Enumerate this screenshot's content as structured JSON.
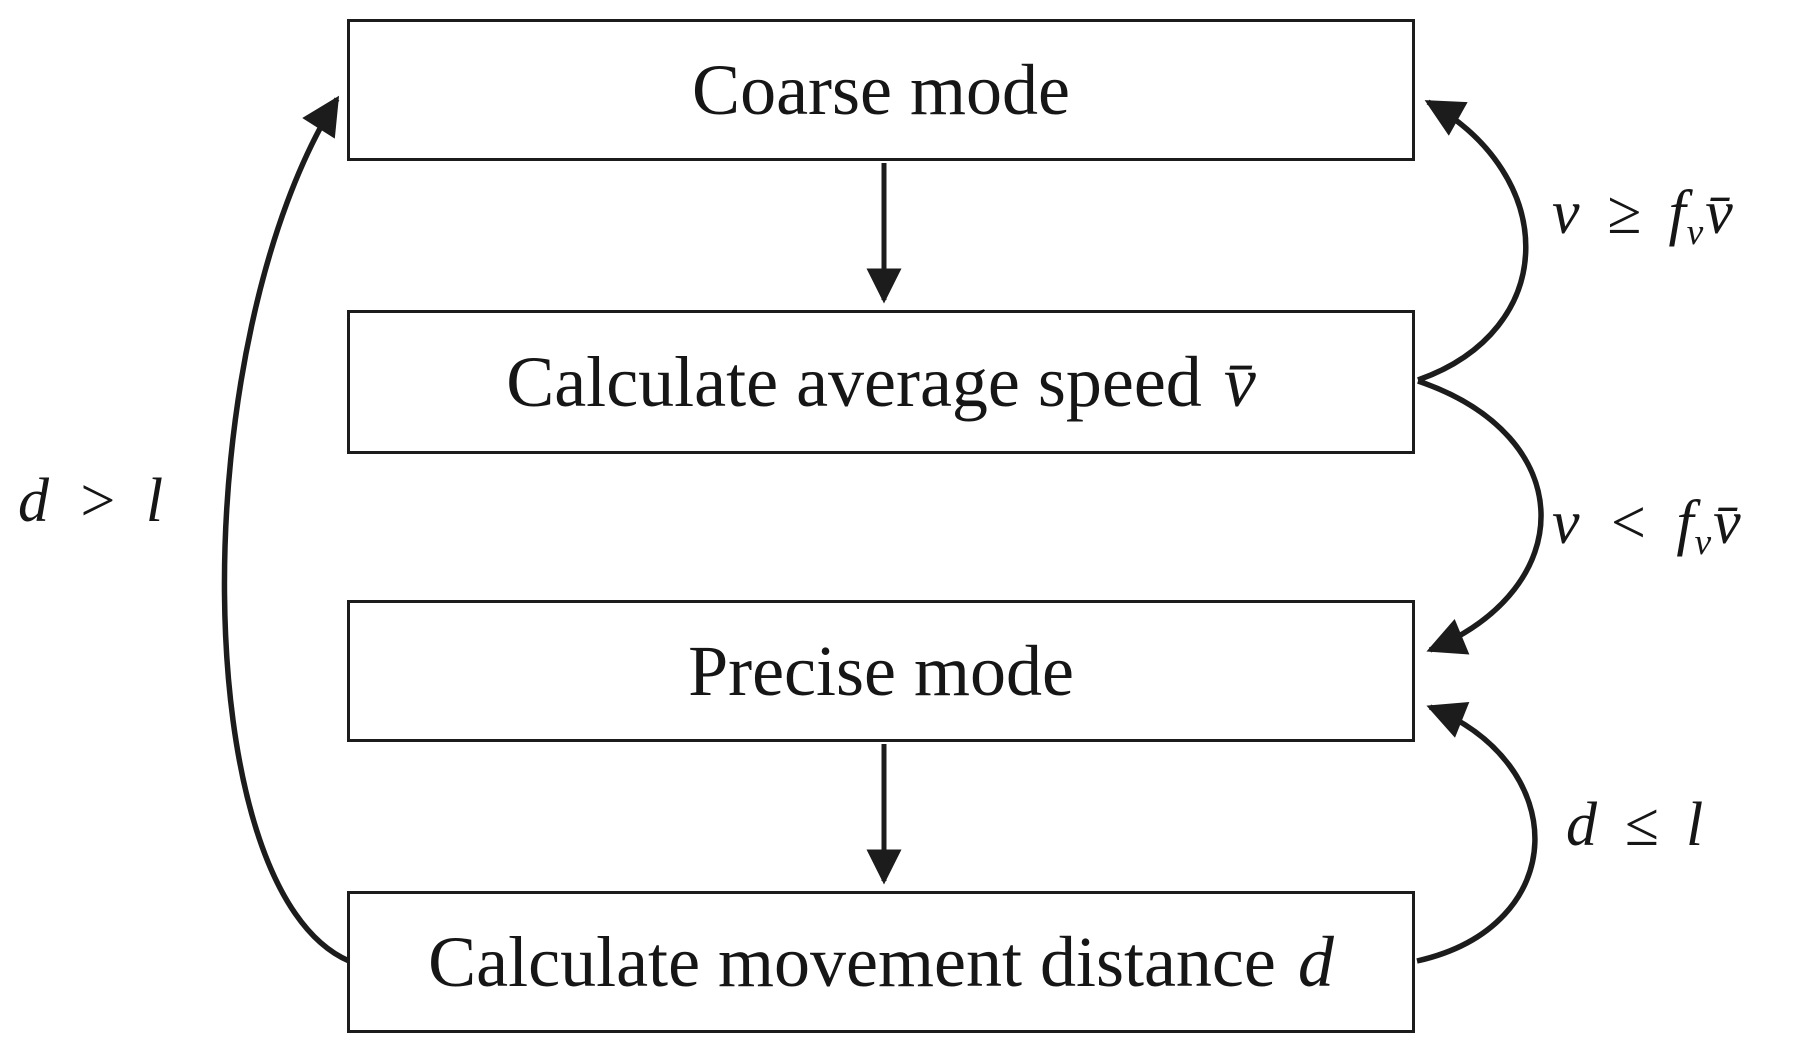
{
  "nodes": {
    "coarse": {
      "label": "Coarse mode",
      "math": ""
    },
    "average": {
      "label": "Calculate average speed",
      "math": "v̄"
    },
    "precise": {
      "label": "Precise mode",
      "math": ""
    },
    "distance": {
      "label": "Calculate movement distance",
      "math": "d"
    }
  },
  "edge_labels": {
    "speed_high": {
      "pre": "v ≥ f",
      "sub": "v",
      "post": "v̄"
    },
    "speed_low": {
      "pre": "v < f",
      "sub": "v",
      "post": "v̄"
    },
    "dist_small": {
      "pre": "d ≤ l",
      "sub": "",
      "post": ""
    },
    "dist_large": {
      "pre": "d > l",
      "sub": "",
      "post": ""
    }
  },
  "colors": {
    "ink": "#1c1c1c",
    "background": "#ffffff"
  }
}
